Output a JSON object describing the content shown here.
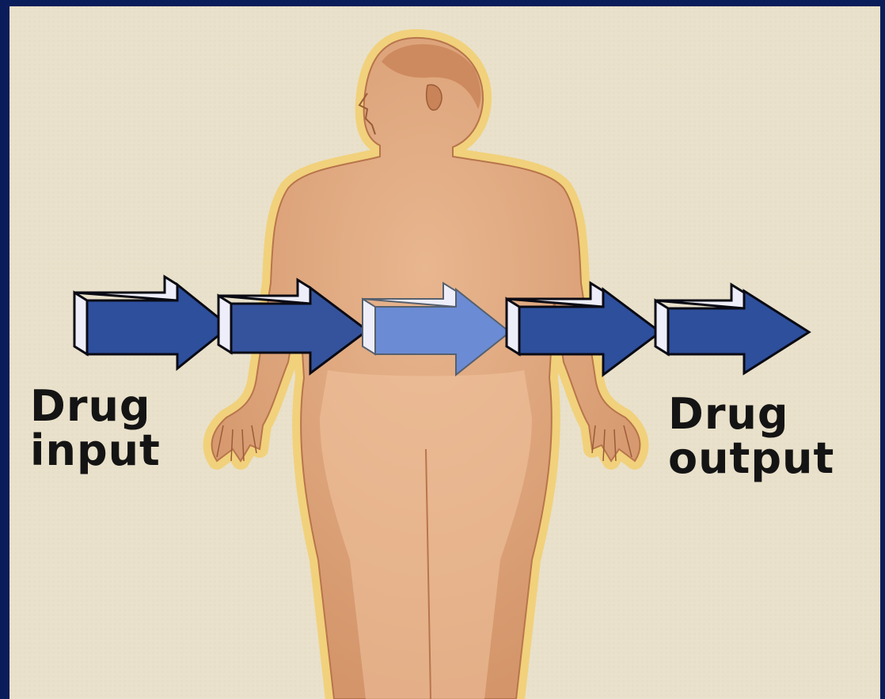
{
  "labels": {
    "input_line1": "Drug",
    "input_line2": "input",
    "output_line1": "Drug",
    "output_line2": "output"
  },
  "colors": {
    "frame": "#0a1d5a",
    "background": "#e9e1cb",
    "skin": "#dca278",
    "skin_light": "#e8b68f",
    "glow": "#f2cf72",
    "arrow_dark": "#2d4f9c",
    "arrow_light": "#6b8bd4",
    "arrow_face": "#eeeefa"
  },
  "icons": [
    "human-body-figure",
    "right-arrow-icon"
  ]
}
